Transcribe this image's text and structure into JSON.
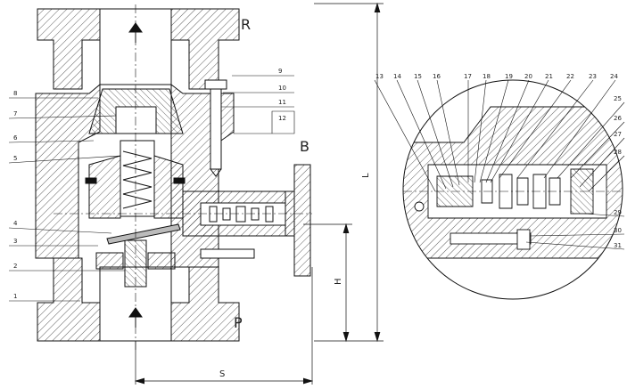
{
  "ports": {
    "outlet": "R",
    "inlet": "P",
    "branch": "B"
  },
  "dimensions": {
    "height": "H",
    "length": "L",
    "width": "S"
  },
  "callouts_left": [
    {
      "num": "1"
    },
    {
      "num": "2"
    },
    {
      "num": "3"
    },
    {
      "num": "4"
    },
    {
      "num": "5"
    },
    {
      "num": "6"
    },
    {
      "num": "7"
    },
    {
      "num": "8"
    },
    {
      "num": "9"
    },
    {
      "num": "10"
    },
    {
      "num": "11"
    },
    {
      "num": "12"
    }
  ],
  "callouts_detail": [
    {
      "num": "13"
    },
    {
      "num": "14"
    },
    {
      "num": "15"
    },
    {
      "num": "16"
    },
    {
      "num": "17"
    },
    {
      "num": "18"
    },
    {
      "num": "19"
    },
    {
      "num": "20"
    },
    {
      "num": "21"
    },
    {
      "num": "22"
    },
    {
      "num": "23"
    },
    {
      "num": "24"
    },
    {
      "num": "25"
    },
    {
      "num": "26"
    },
    {
      "num": "27"
    },
    {
      "num": "28"
    },
    {
      "num": "29"
    },
    {
      "num": "30"
    },
    {
      "num": "31"
    }
  ]
}
